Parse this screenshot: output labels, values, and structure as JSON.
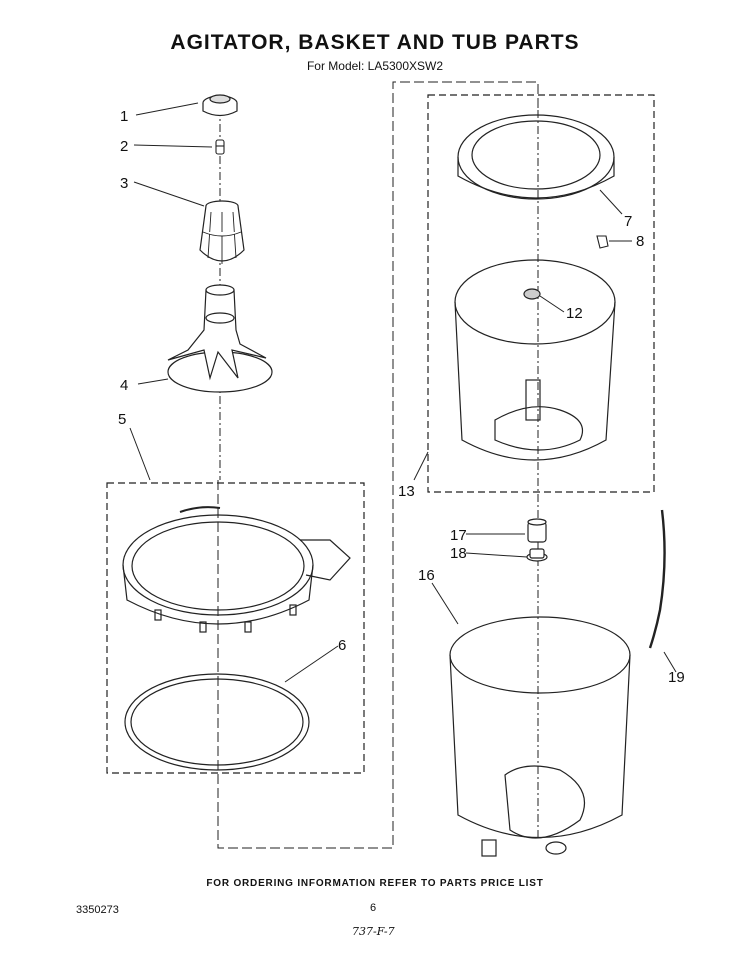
{
  "header": {
    "title": "AGITATOR, BASKET AND TUB PARTS",
    "subtitle": "For Model: LA5300XSW2"
  },
  "callouts": [
    "1",
    "2",
    "3",
    "4",
    "5",
    "6",
    "7",
    "8",
    "12",
    "13",
    "16",
    "17",
    "18",
    "19"
  ],
  "footer": {
    "ordering_note": "FOR ORDERING INFORMATION REFER TO PARTS PRICE LIST",
    "document_number": "3350273",
    "page_number": "6",
    "handwritten_note": "737-F-7"
  }
}
